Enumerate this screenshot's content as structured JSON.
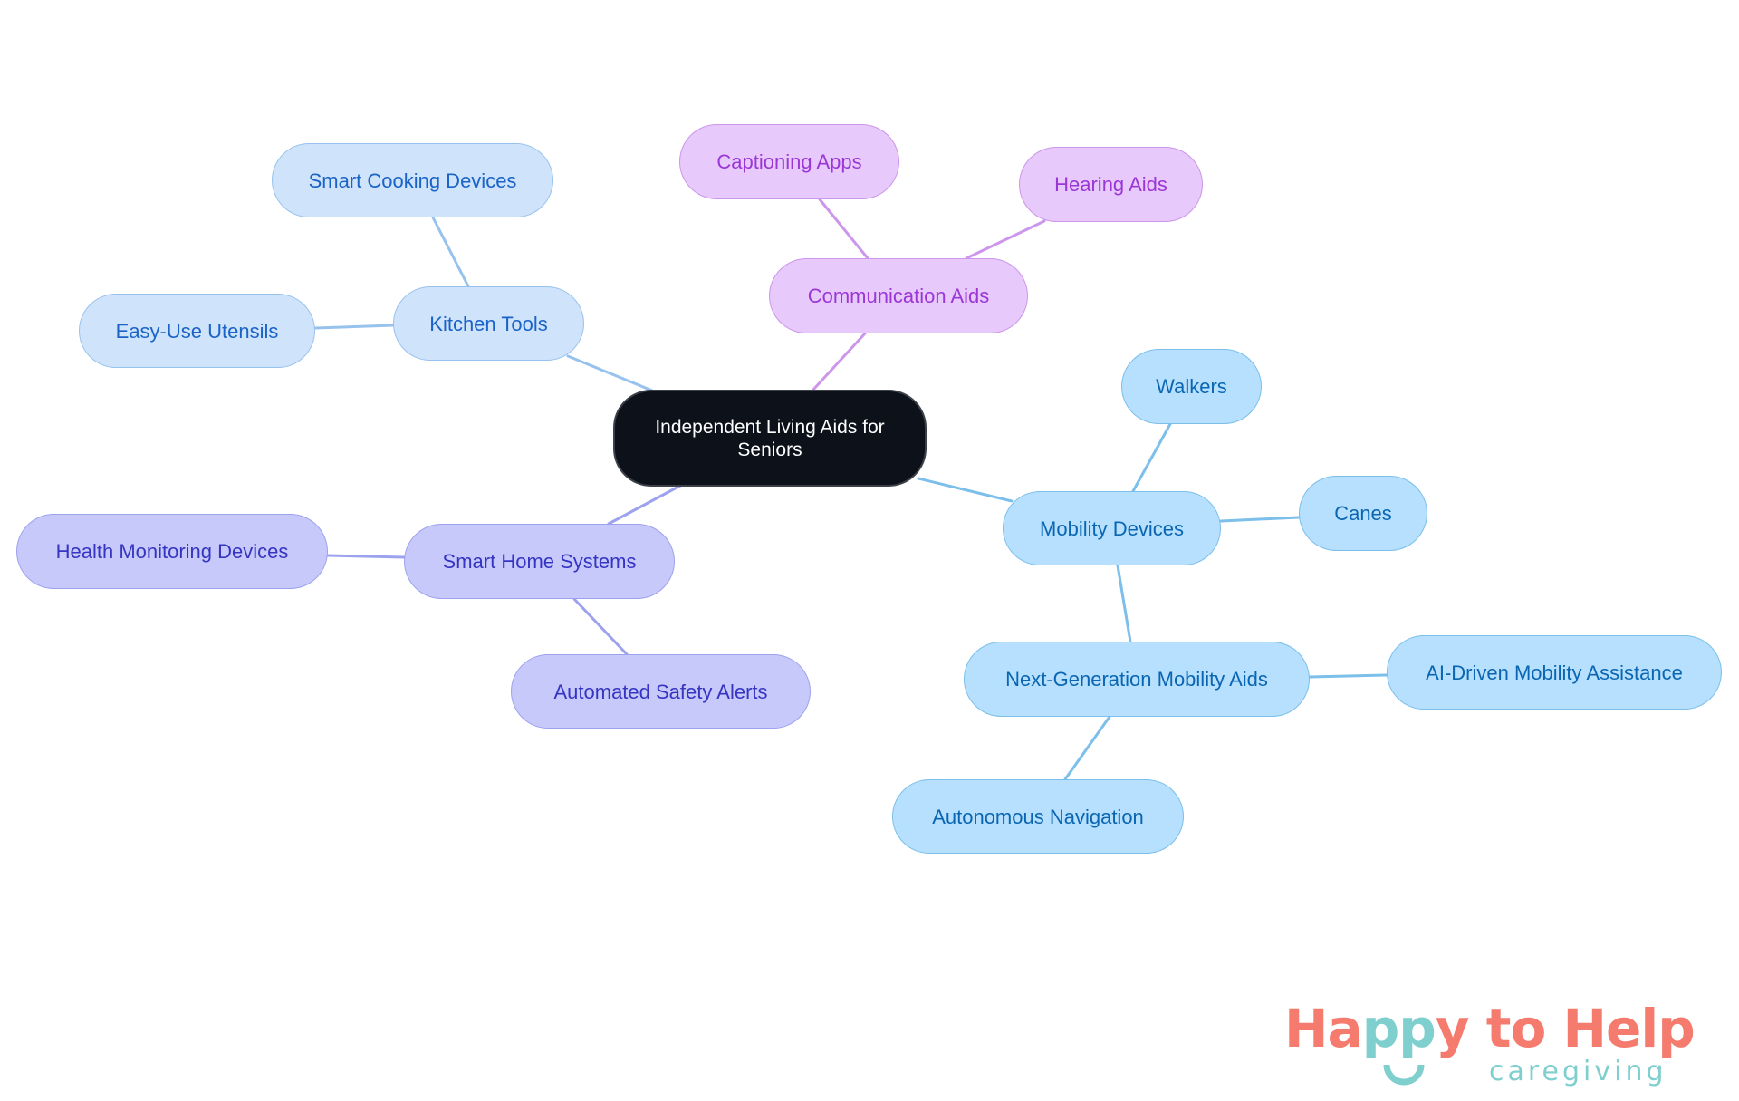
{
  "diagram": {
    "type": "mind-map",
    "root": {
      "id": "root",
      "label": "Independent Living Aids for Seniors"
    },
    "branches": [
      {
        "id": "kitchen-tools",
        "label": "Kitchen Tools",
        "color": "#cfe3fb",
        "children": [
          {
            "id": "smart-cooking-devices",
            "label": "Smart Cooking Devices"
          },
          {
            "id": "easy-use-utensils",
            "label": "Easy-Use Utensils"
          }
        ]
      },
      {
        "id": "communication-aids",
        "label": "Communication Aids",
        "color": "#e8c9fb",
        "children": [
          {
            "id": "captioning-apps",
            "label": "Captioning Apps"
          },
          {
            "id": "hearing-aids",
            "label": "Hearing Aids"
          }
        ]
      },
      {
        "id": "mobility-devices",
        "label": "Mobility Devices",
        "color": "#b6e0fd",
        "children": [
          {
            "id": "walkers",
            "label": "Walkers"
          },
          {
            "id": "canes",
            "label": "Canes"
          },
          {
            "id": "next-generation-mobility-aids",
            "label": "Next-Generation Mobility Aids",
            "children": [
              {
                "id": "ai-driven-mobility-assistance",
                "label": "AI-Driven Mobility Assistance"
              },
              {
                "id": "autonomous-navigation",
                "label": "Autonomous Navigation"
              }
            ]
          }
        ]
      },
      {
        "id": "smart-home-systems",
        "label": "Smart Home Systems",
        "color": "#c7c9fb",
        "children": [
          {
            "id": "health-monitoring-devices",
            "label": "Health Monitoring Devices"
          },
          {
            "id": "automated-safety-alerts",
            "label": "Automated Safety Alerts"
          }
        ]
      }
    ]
  },
  "nodes": {
    "root": "Independent Living Aids for Seniors",
    "kitchen_tools": "Kitchen Tools",
    "smart_cooking_devices": "Smart Cooking Devices",
    "easy_use_utensils": "Easy-Use Utensils",
    "communication_aids": "Communication Aids",
    "captioning_apps": "Captioning Apps",
    "hearing_aids": "Hearing Aids",
    "mobility_devices": "Mobility Devices",
    "walkers": "Walkers",
    "canes": "Canes",
    "next_generation_mobility_aids": "Next-Generation Mobility Aids",
    "ai_driven_mobility_assistance": "AI-Driven Mobility Assistance",
    "autonomous_navigation": "Autonomous Navigation",
    "smart_home_systems": "Smart Home Systems",
    "health_monitoring_devices": "Health Monitoring Devices",
    "automated_safety_alerts": "Automated Safety Alerts"
  },
  "colors": {
    "root_fill": "#0c111a",
    "kitchen_edge": "#98c2ee",
    "communication_edge": "#cc96ea",
    "mobility_edge": "#7bbfea",
    "smart_home_edge": "#9da2ee"
  },
  "logo": {
    "part1": "Ha",
    "part2": "pp",
    "part3": "y to Help",
    "tagline": "caregiving",
    "coral": "#f47b6e",
    "teal": "#7fcfcf"
  }
}
